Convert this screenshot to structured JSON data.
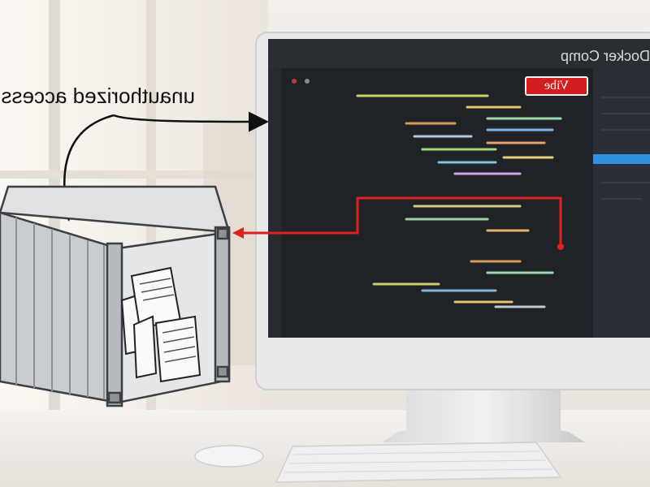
{
  "annotation": {
    "label": "unauthorized access"
  },
  "monitor": {
    "window_title": "Docker Compo",
    "brand_badge": "Vibe"
  },
  "colors": {
    "arrow_accent": "#e02020",
    "annotation_ink": "#111111",
    "screen_bg": "#1f2226",
    "container_body": "#c9ccd0"
  }
}
